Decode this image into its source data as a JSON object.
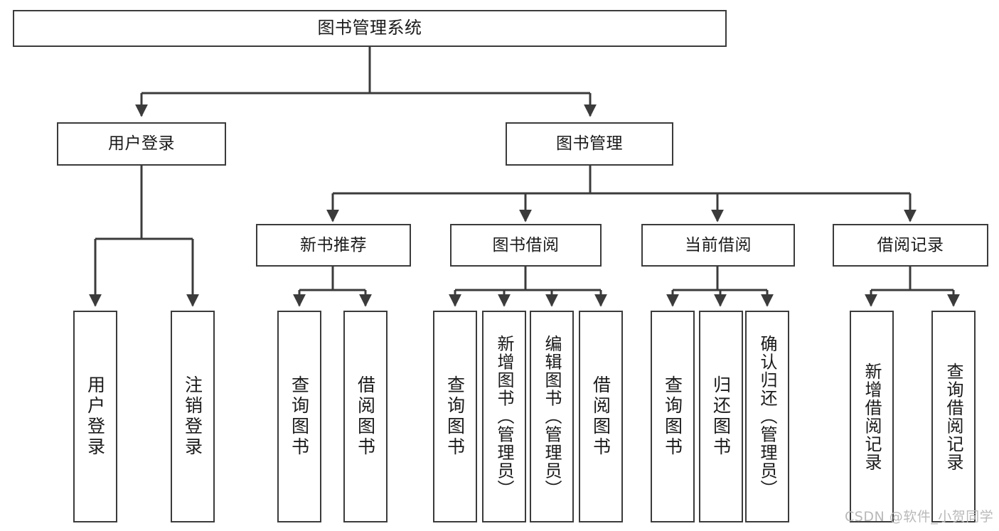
{
  "diagram": {
    "title": "图书管理系统",
    "type": "tree-hierarchy-chart",
    "stroke_color": "#3b3b3b",
    "fill_color": "#ffffff",
    "text_color": "#1a1a1a",
    "root": {
      "label": "图书管理系统"
    },
    "level1": [
      {
        "label": "用户登录"
      },
      {
        "label": "图书管理"
      }
    ],
    "level2": [
      {
        "label": "新书推荐"
      },
      {
        "label": "图书借阅"
      },
      {
        "label": "当前借阅"
      },
      {
        "label": "借阅记录"
      }
    ],
    "leaves": {
      "user_login": [
        {
          "label": "用户登录"
        },
        {
          "label": "注销登录"
        }
      ],
      "new_book_recommend": [
        {
          "label": "查询图书"
        },
        {
          "label": "借阅图书"
        }
      ],
      "book_borrow": [
        {
          "label": "查询图书"
        },
        {
          "label": "新增图书（管理员）"
        },
        {
          "label": "编辑图书（管理员）"
        },
        {
          "label": "借阅图书"
        }
      ],
      "current_borrow": [
        {
          "label": "查询图书"
        },
        {
          "label": "归还图书"
        },
        {
          "label": "确认归还（管理员）"
        }
      ],
      "borrow_record": [
        {
          "label": "新增借阅记录"
        },
        {
          "label": "查询借阅记录"
        }
      ]
    }
  },
  "watermark": {
    "text": "CSDN @软件_小贺同学"
  }
}
